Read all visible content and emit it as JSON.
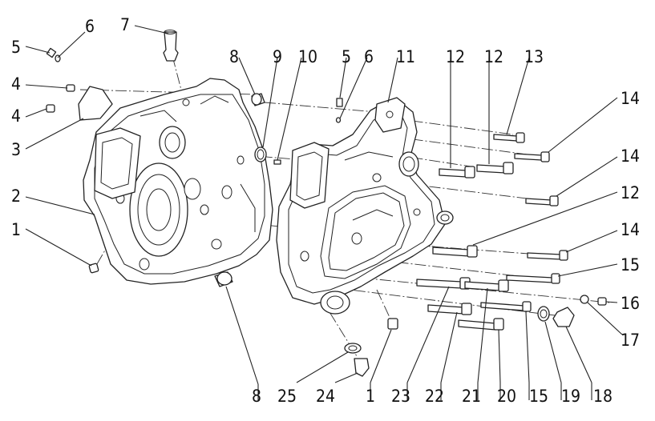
{
  "callouts": [
    {
      "id": "c1",
      "label": "5"
    },
    {
      "id": "c2",
      "label": "6"
    },
    {
      "id": "c3",
      "label": "7"
    },
    {
      "id": "c4",
      "label": "4"
    },
    {
      "id": "c5",
      "label": "4"
    },
    {
      "id": "c6",
      "label": "3"
    },
    {
      "id": "c7",
      "label": "2"
    },
    {
      "id": "c8",
      "label": "1"
    },
    {
      "id": "c9",
      "label": "8"
    },
    {
      "id": "c10",
      "label": "9"
    },
    {
      "id": "c11",
      "label": "10"
    },
    {
      "id": "c12",
      "label": "5"
    },
    {
      "id": "c13",
      "label": "6"
    },
    {
      "id": "c14",
      "label": "11"
    },
    {
      "id": "c15",
      "label": "12"
    },
    {
      "id": "c16",
      "label": "12"
    },
    {
      "id": "c17",
      "label": "13"
    },
    {
      "id": "c18",
      "label": "14"
    },
    {
      "id": "c19",
      "label": "14"
    },
    {
      "id": "c20",
      "label": "12"
    },
    {
      "id": "c21",
      "label": "14"
    },
    {
      "id": "c22",
      "label": "15"
    },
    {
      "id": "c23",
      "label": "16"
    },
    {
      "id": "c24",
      "label": "17"
    },
    {
      "id": "c25",
      "label": "8"
    },
    {
      "id": "c26",
      "label": "25"
    },
    {
      "id": "c27",
      "label": "24"
    },
    {
      "id": "c28",
      "label": "1"
    },
    {
      "id": "c29",
      "label": "23"
    },
    {
      "id": "c30",
      "label": "22"
    },
    {
      "id": "c31",
      "label": "21"
    },
    {
      "id": "c32",
      "label": "20"
    },
    {
      "id": "c33",
      "label": "15"
    },
    {
      "id": "c34",
      "label": "19"
    },
    {
      "id": "c35",
      "label": "18"
    }
  ]
}
